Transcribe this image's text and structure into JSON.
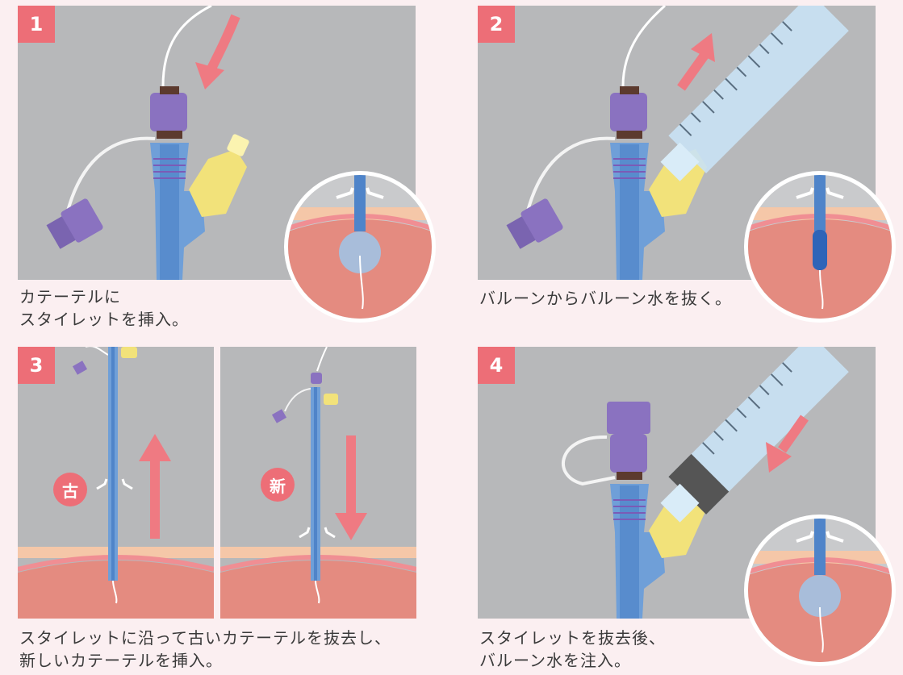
{
  "steps": [
    {
      "number": "1",
      "caption_line1": "カテーテルに",
      "caption_line2": "スタイレットを挿入。"
    },
    {
      "number": "2",
      "caption_line1": "バルーンからバルーン水を抜く。"
    },
    {
      "number": "3",
      "caption_line1": "スタイレットに沿って古いカテーテルを抜去し、",
      "caption_line2": "新しいカテーテルを挿入。",
      "old_label": "古",
      "new_label": "新"
    },
    {
      "number": "4",
      "caption_line1": "スタイレットを抜去後、",
      "caption_line2": "バルーン水を注入。"
    }
  ],
  "colors": {
    "background": "#fbeff1",
    "panel": "#b7b8ba",
    "badge": "#ed6e77",
    "arrow": "#ef7a82",
    "catheter": "#6f9fd8",
    "connector": "#8a72c0",
    "valve": "#f2e27a",
    "skin": "#f5c7a8",
    "tissue": "#e48b80"
  }
}
